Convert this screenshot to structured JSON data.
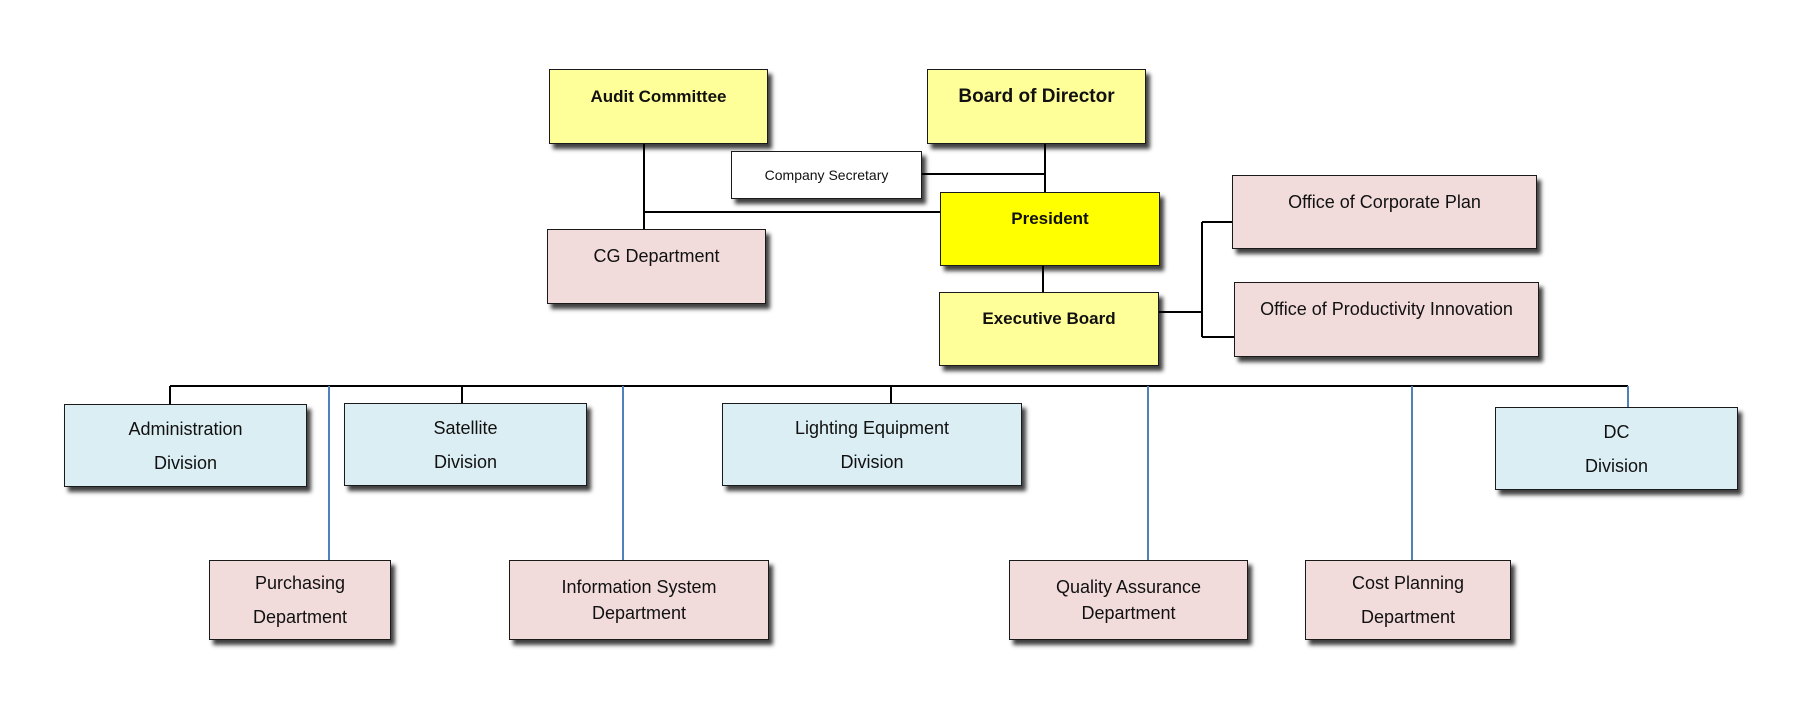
{
  "governance": {
    "audit_committee": "Audit Committee",
    "board_of_director": "Board of Director",
    "company_secretary": "Company Secretary",
    "president": "President",
    "cg_department": "CG Department",
    "executive_board": "Executive Board",
    "office_corporate_plan": "Office of Corporate Plan",
    "office_productivity_innovation": "Office of Productivity Innovation"
  },
  "divisions": {
    "administration": [
      "Administration",
      "Division"
    ],
    "satellite": [
      "Satellite",
      "Division"
    ],
    "lighting_equipment": [
      "Lighting Equipment",
      "Division"
    ],
    "dc": [
      "DC",
      "Division"
    ]
  },
  "departments": {
    "purchasing": [
      "Purchasing",
      "Department"
    ],
    "information_system": [
      "Information System",
      "Department"
    ],
    "quality_assurance": [
      "Quality Assurance",
      "Department"
    ],
    "cost_planning": [
      "Cost Planning",
      "Department"
    ]
  },
  "colors": {
    "governance_box": "#ffff99",
    "president_box": "#ffff00",
    "office_department_box": "#f2dcdb",
    "division_box": "#dbeef3",
    "connector_black": "#000000",
    "connector_blue": "#4f81bd"
  }
}
